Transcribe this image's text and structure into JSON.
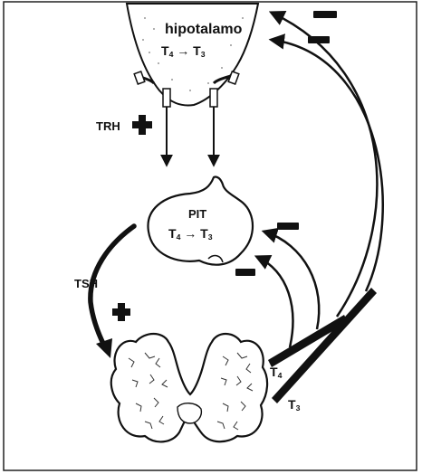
{
  "hypothalamus": {
    "title": "hipotalamo",
    "conversion": {
      "from_main": "T",
      "from_sub": "4",
      "arrow": "→",
      "to_main": "T",
      "to_sub": "3"
    }
  },
  "pituitary": {
    "title": "PIT",
    "conversion": {
      "from_main": "T",
      "from_sub": "4",
      "arrow": "→",
      "to_main": "T",
      "to_sub": "3"
    }
  },
  "hormones": {
    "trh": "TRH",
    "tsh": "TSH",
    "t4": {
      "main": "T",
      "sub": "4"
    },
    "t3": {
      "main": "T",
      "sub": "3"
    }
  },
  "signs": {
    "plus": "+",
    "minus": "−"
  },
  "colors": {
    "ink": "#111111",
    "background": "#ffffff",
    "frame": "#222222"
  }
}
